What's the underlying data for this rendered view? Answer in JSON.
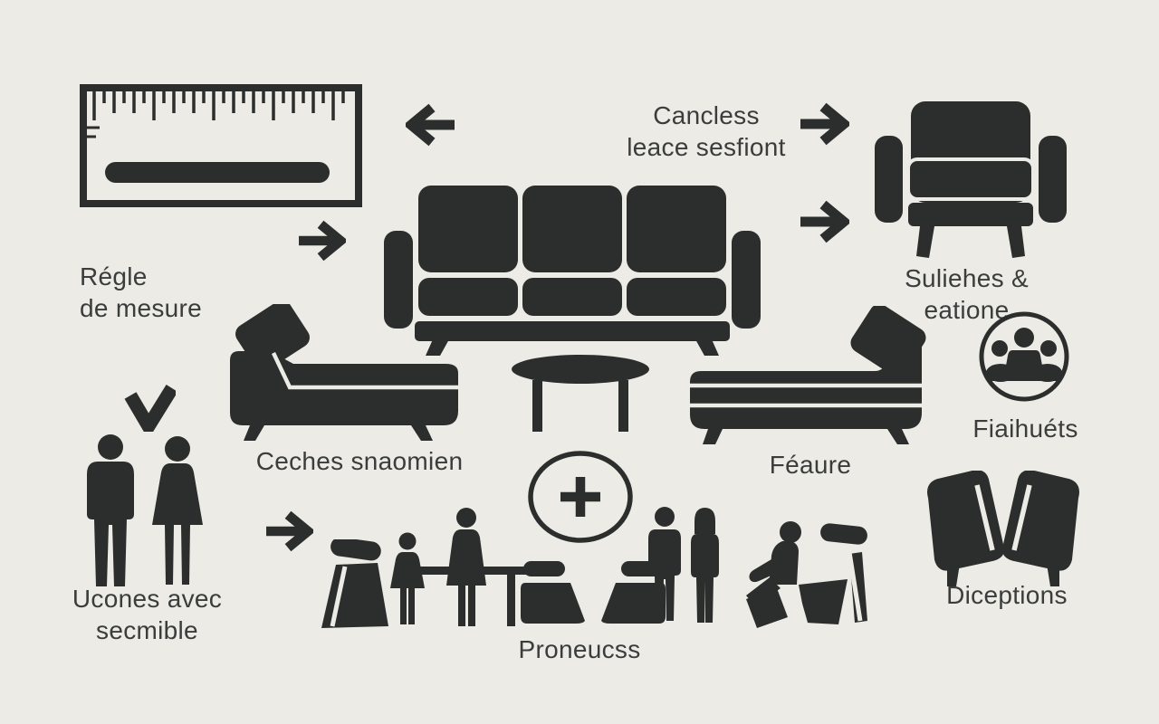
{
  "page": {
    "background_color": "#ECEBE6",
    "icon_color": "#2B2E2C",
    "text_color": "#3A3D3B"
  },
  "labels": {
    "ruler_line1": "Régle",
    "ruler_line2": "de mesure",
    "sofa_line1": "Cancless",
    "sofa_line2": "leace sesfiont",
    "armchair": "Suliehes & eatione",
    "chaise_left": "Ceches snaomien",
    "chaise_right": "Féaure",
    "figures_badge": "Fiaihuéts",
    "couple_line1": "Ucones avec",
    "couple_line2": "secmible",
    "scene": "Proneucss",
    "angled_chairs": "Diceptions"
  },
  "icons": {
    "ruler": "measuring ruler",
    "arrow_left": "left arrow",
    "arrow_right": "right arrow",
    "sofa": "three-seat sofa",
    "armchair": "armchair",
    "chaise_left": "chaise lounge with pillow (left)",
    "chaise_right": "chaise lounge with pillow (right)",
    "round_table": "round table",
    "plus_circle": "plus sign in circle",
    "figures_circle": "three seated figures in circle",
    "checkmark": "checkmark",
    "couple": "man and woman silhouettes",
    "tilted_seat": "tilted seat",
    "girl": "girl silhouette",
    "woman_at_table": "woman silhouette at table",
    "table_bar": "table with leg",
    "facing_seats": "two facing seats",
    "standing_pair": "standing man and woman",
    "reclining_person": "person on recliner seat",
    "angled_chairs": "two angled chairs"
  }
}
